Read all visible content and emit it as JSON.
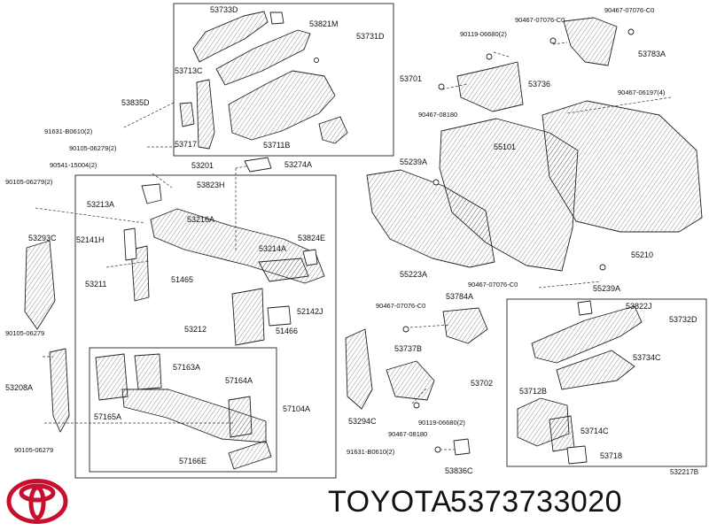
{
  "brand": {
    "name": "TOYOTA",
    "part_number": "5373733020",
    "logo_icon": "toyota-logo-icon",
    "logo_color": "#c8102e"
  },
  "diagram": {
    "code": "53221​7B",
    "labels": {
      "l53733D": "53733D",
      "l53821M": "53821M",
      "l53731D": "53731D",
      "l53713C": "53713C",
      "l53717": "53717",
      "l53711B": "53711B",
      "l53701": "53701",
      "l53835D": "53835D",
      "l91631a": "91631-B0610(2)",
      "l90105a": "90105-06279(2)",
      "l90541": "90541-15004(2)",
      "l90105b": "90105-06279(2)",
      "l53201": "53201",
      "l53274A": "53274A",
      "l53823H": "53823H",
      "l53213A": "53213A",
      "l53216A": "53216A",
      "l53293C": "53293C",
      "l52141H": "52141H",
      "l53214A": "53214A",
      "l53824E": "53824E",
      "l53211": "53211",
      "l51465": "51465",
      "l53212": "53212",
      "l52142J": "52142J",
      "l51466": "51466",
      "l90105c": "90105-06279",
      "l53208A": "53208A",
      "l57163A": "57163A",
      "l57164A": "57164A",
      "l57165A": "57165A",
      "l57104A": "57104A",
      "l57166E": "57166E",
      "l90105d": "90105-06279",
      "l90467a": "90467-07076-C0",
      "l90467b": "90467-07076-C0",
      "l90119a": "90119-06680(2)",
      "l53783A": "53783A",
      "l53736": "53736",
      "l90467c": "90467-08180",
      "l90467d": "90467-06197(4)",
      "l55101": "55101",
      "l55239Aa": "55239A",
      "l55223A": "55223A",
      "l55210": "55210",
      "l90467e": "90467-07076-C0",
      "l55239Ab": "55239A",
      "l90467f": "90467-07076-C0",
      "l53784A": "53784A",
      "l53737B": "53737B",
      "l53294C": "53294C",
      "l53702": "53702",
      "l90119b": "90119-06680(2)",
      "l90467g": "90467-08180",
      "l91631b": "91631-B0610(2)",
      "l53836C": "53836C",
      "l53822J": "53822J",
      "l53732D": "53732D",
      "l53734C": "53734C",
      "l53712B": "53712B",
      "l53714C": "53714C",
      "l53718": "53718"
    }
  }
}
